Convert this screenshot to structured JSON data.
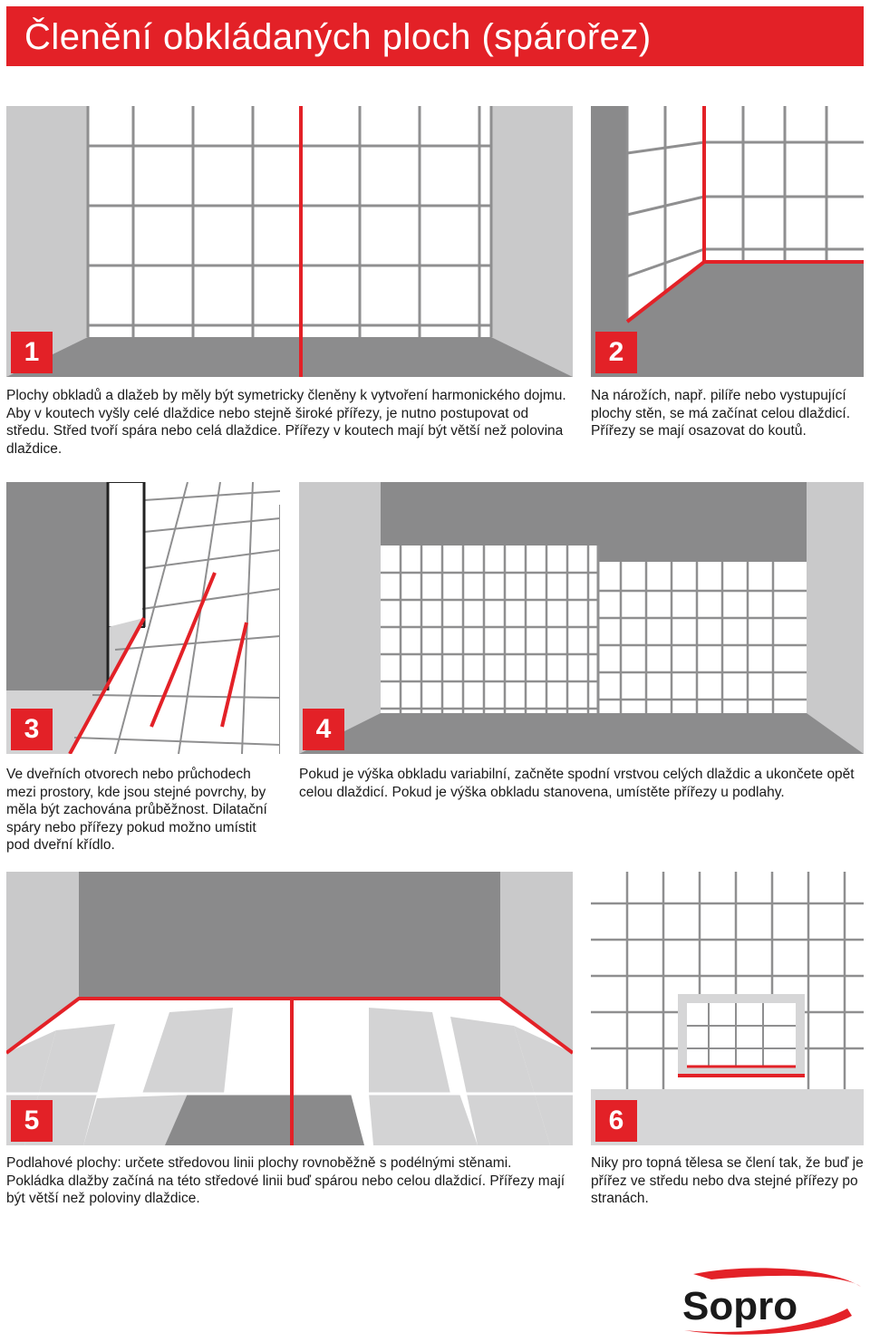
{
  "title": "Členění obkládaných ploch (spárořez)",
  "panels": [
    {
      "number": "1",
      "text": "Plochy obkladů a dlažeb by měly být symetricky členěny k vytvoření harmonického dojmu. Aby v koutech vyšly celé dlaždice nebo stejně široké přířezy, je nutno postupovat od středu. Střed tvoří spára nebo celá dlaždice. Přířezy v koutech mají být větší než polovina dlaždice."
    },
    {
      "number": "2",
      "text": "Na nárožích, např. pilíře nebo vystupující plochy stěn, se má začínat celou dlaždicí. Přířezy se mají osazovat do koutů."
    },
    {
      "number": "3",
      "text": "Ve dveřních otvorech nebo průchodech mezi prostory, kde jsou stejné povrchy, by měla být zachována průběžnost. Dilatační spáry nebo přířezy pokud možno umístit pod dveřní křídlo."
    },
    {
      "number": "4",
      "text": "Pokud je výška obkladu variabilní, začněte spodní vrstvou celých dlaždic a ukončete opět celou dlaždicí. Pokud je výška obkladu stanovena, umístěte přířezy u podlahy."
    },
    {
      "number": "5",
      "text": "Podlahové plochy: určete středovou linii plochy rovnoběžně s podélnými stěnami. Pokládka dlažby začíná na této středové linii buď spárou nebo celou dlaždicí. Přířezy mají být větší než poloviny dlaždice."
    },
    {
      "number": "6",
      "text": "Niky pro topná tělesa se člení tak, že buď je přířez ve středu nebo dva stejné přířezy po stranách."
    }
  ],
  "brand": "Sopro",
  "colors": {
    "accent": "#e32127",
    "grey_dark": "#8a8a8b",
    "grey_light": "#d9d9da",
    "grout": "#8f8f90"
  }
}
